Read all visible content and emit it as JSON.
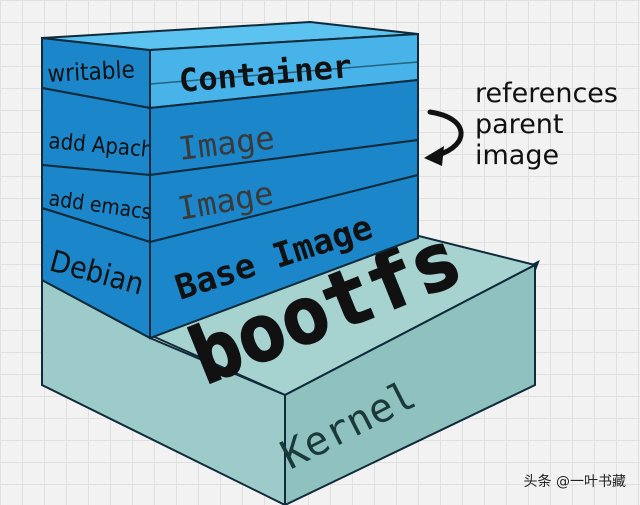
{
  "diagram": {
    "layers": {
      "writable": {
        "side_label": "writable",
        "face_label": "Container"
      },
      "apache": {
        "side_label": "add Apache",
        "face_label": "Image"
      },
      "emacs": {
        "side_label": "add emacs",
        "face_label": "Image"
      },
      "debian": {
        "side_label": "Debian",
        "face_label": "Base Image"
      }
    },
    "bootfs_label": "bootfs",
    "kernel_label": "Kernel",
    "annotation": [
      "references",
      "parent",
      "image"
    ]
  },
  "watermark": "头条 @一叶书藏",
  "colors": {
    "layer_blue": "#1b86c9",
    "layer_light": "#47b3e8",
    "kernel": "#9ccbc9",
    "outline": "#0f2a3a"
  }
}
